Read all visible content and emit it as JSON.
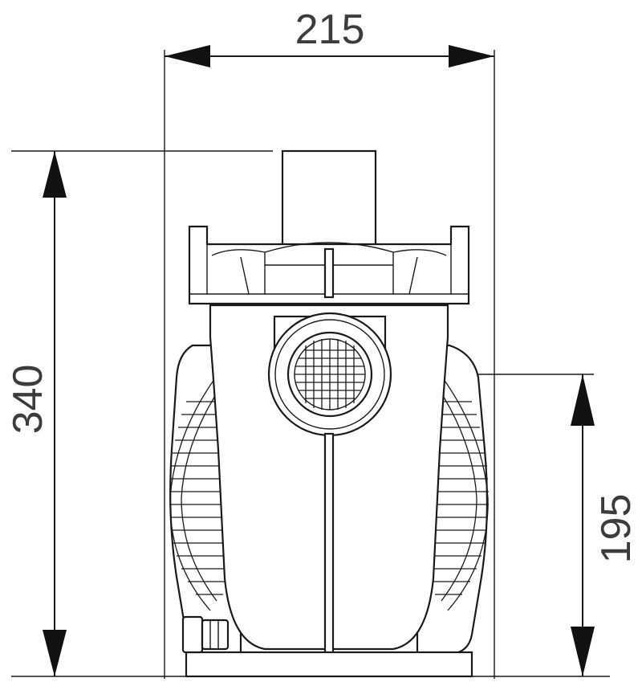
{
  "dimensions": {
    "width_label": "215",
    "height_label": "340",
    "inlet_height_label": "195"
  }
}
